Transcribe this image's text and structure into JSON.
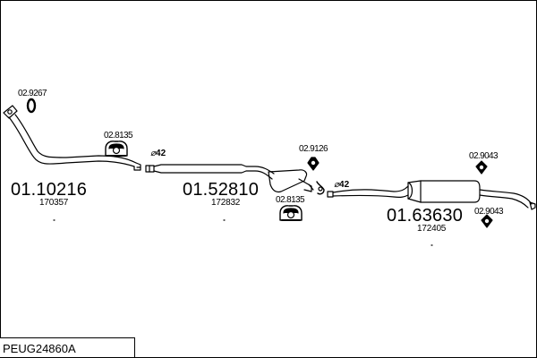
{
  "reference": "PEUG24860A",
  "parts": {
    "front_pipe": {
      "code": "01.10216",
      "ref": "170357"
    },
    "middle_silencer": {
      "code": "01.52810",
      "ref": "172832"
    },
    "rear_silencer": {
      "code": "01.63630",
      "ref": "172405"
    }
  },
  "fittings": {
    "gasket_front": "02.9267",
    "rubber_mount_1": "02.8135",
    "rubber_mount_2": "02.8135",
    "clamp_mid": "02.9126",
    "rubber_rear_1": "02.9043",
    "rubber_rear_2": "02.9043"
  },
  "diameters": {
    "mid_inlet": "42",
    "rear_inlet": "42"
  }
}
